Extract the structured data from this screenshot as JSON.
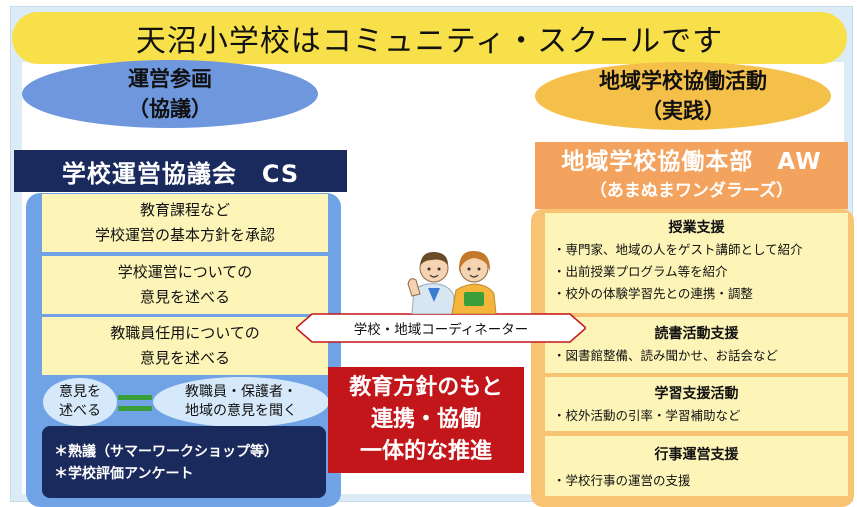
{
  "title": "天沼小学校はコミュニティ・スクールです",
  "left": {
    "ellipse_line1": "運営参画",
    "ellipse_line2": "（協議）",
    "header": "学校運営協議会　CS",
    "boxes": [
      {
        "line1": "教育課程など",
        "line2": "学校運営の基本方針を承認"
      },
      {
        "line1": "学校運営についての",
        "line2": "意見を述べる"
      },
      {
        "line1": "教職員任用についての",
        "line2": "意見を述べる"
      }
    ],
    "opinion_left_line1": "意見を",
    "opinion_left_line2": "述べる",
    "opinion_right_line1": "教職員・保護者・",
    "opinion_right_line2": "地域の意見を聞く",
    "activities": [
      "＊熟議（サマーワークショップ等）",
      "＊学校評価アンケート"
    ]
  },
  "right": {
    "ellipse_line1": "地域学校協働活動",
    "ellipse_line2": "（実践）",
    "header_line1": "地域学校協働本部　AW",
    "header_line2": "（あまぬまワンダラーズ）",
    "sections": [
      {
        "title": "授業支援",
        "items": [
          "・専門家、地域の人をゲスト講師として紹介",
          "・出前授業プログラム等を紹介",
          "・校外の体験学習先との連携・調整"
        ]
      },
      {
        "title": "読書活動支援",
        "items": [
          "・図書館整備、読み聞かせ、お話会など"
        ]
      },
      {
        "title": "学習支援活動",
        "items": [
          "・校外活動の引率・学習補助など"
        ]
      },
      {
        "title": "行事運営支援",
        "items": [
          "・学校行事の運営の支援"
        ]
      }
    ]
  },
  "coordinator": "学校・地域コーディネーター",
  "center": {
    "line1": "教育方針のもと",
    "line2": "連携・協働",
    "line3": "一体的な推進"
  }
}
